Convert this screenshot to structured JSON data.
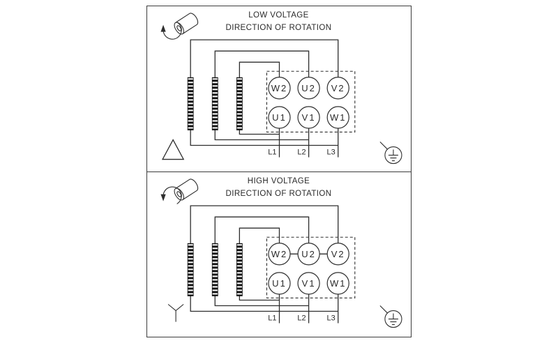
{
  "page": {
    "background": "#ffffff",
    "line_color": "#2e2e2e"
  },
  "panels": [
    {
      "id": "low-voltage",
      "title": "LOW VOLTAGE",
      "subtitle": "DIRECTION OF ROTATION",
      "connection_type": "delta",
      "terminals": {
        "top": [
          "W2",
          "U2",
          "V2"
        ],
        "bottom": [
          "U1",
          "V1",
          "W1"
        ]
      },
      "supply_lines": [
        "L1",
        "L2",
        "L3"
      ],
      "icons": {
        "rotation": "rotation-arrow-icon",
        "connection": "delta-connection-icon",
        "ground": "earth-ground-icon"
      }
    },
    {
      "id": "high-voltage",
      "title": "HIGH VOLTAGE",
      "subtitle": "DIRECTION OF ROTATION",
      "connection_type": "wye",
      "terminals": {
        "top": [
          "W2",
          "U2",
          "V2"
        ],
        "bottom": [
          "U1",
          "V1",
          "W1"
        ]
      },
      "supply_lines": [
        "L1",
        "L2",
        "L3"
      ],
      "icons": {
        "rotation": "rotation-arrow-icon",
        "connection": "wye-connection-icon",
        "ground": "earth-ground-icon"
      }
    }
  ]
}
